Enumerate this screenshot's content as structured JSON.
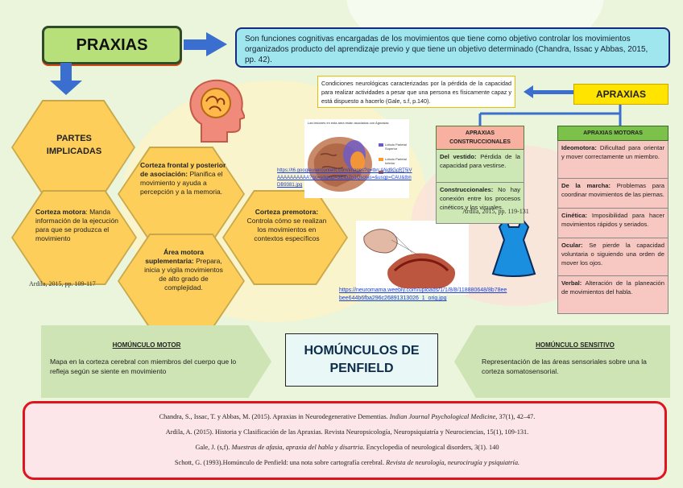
{
  "title": "PRAXIAS",
  "definition": "Son funciones cognitivas encargadas de los movimientos que tiene como objetivo controlar los movimientos organizados producto del aprendizaje previo y que tiene un objetivo determinado (Chandra, Issac y Abbas, 2015, pp. 42).",
  "conditions": "Condiciones neurológicas caracterizadas por la pérdida de la capacidad para realizar actividades a pesar que una persona es físicamente capaz y está dispuesto a hacerlo (Gale, s.f, p.140).",
  "apraxias_title": "APRAXIAS",
  "parts": {
    "title": "PARTES IMPLICADAS",
    "motor_label": "Corteza motora",
    "motor_text": "Manda información de la ejecución para que se produzca el movimiento",
    "frontal_label": "Corteza frontal y posterior de asociación:",
    "frontal_text": "Planifica el movimiento y ayuda a percepción y a la memoria.",
    "supl_label": "Área motora suplementaria:",
    "supl_text": "Prepara, inicia y vigila movimientos de alto grado de complejidad.",
    "premotor_label": "Corteza premotora:",
    "premotor_text": "Controla cómo se realizan los movimientos en contextos específicos",
    "cite": "Ardila, 2015, pp. 109-117"
  },
  "brain_link": "https://t6.googleusercontent.com/images?q=tbn:ANd9GcRT5jVAAAAAAAAAA?qc=sdgrup=3ElGZn1Qsotas=&usqp=CAU&tbnDB9381.jpg",
  "brain_legend": [
    "Lóbulo Parietal Superior",
    "Lóbulo Parietal Inferior",
    "Lóbulo frontal"
  ],
  "brain_caption": "Las lesiones en esta área están asociadas con Agnosias",
  "homunculus_link": "https://neuromama.weebly.com/uploads/1/1/8/8/118880648/8b78eebee644b6fba296c26891313026_1_orig.jpg",
  "constructional": {
    "header": "APRAXIAS CONSTRUCCIONALES",
    "rows": [
      {
        "label": "Del vestido:",
        "text": "Pérdida de la capacidad para vestirse."
      },
      {
        "label": "Construccionales:",
        "text": "No hay conexión entre los procesos cinéticos y los visuales."
      }
    ],
    "cite": "Ardila, 2015, pp. 119-131"
  },
  "motor_apraxias": {
    "header": "APRAXIAS MOTORAS",
    "rows": [
      {
        "label": "Ideomotora:",
        "text": "Dificultad para orientar y mover correctamente un miembro."
      },
      {
        "label": "De la marcha:",
        "text": "Problemas para coordinar movimientos de las piernas."
      },
      {
        "label": "Cinética:",
        "text": "Imposibilidad para hacer movimientos rápidos y seriados."
      },
      {
        "label": "Ocular:",
        "text": "Se pierde la capacidad voluntaria o siguiendo una orden de mover los ojos."
      },
      {
        "label": "Verbal:",
        "text": "Alteración de la planeación de movimientos del habla."
      }
    ]
  },
  "homunculus_motor": {
    "title": "HOMÚNCULO MOTOR",
    "text": "Mapa en la corteza cerebral con miembros del cuerpo que lo refleja según se siente en movimiento"
  },
  "penfield_title": "HOMÚNCULOS DE PENFIELD",
  "homunculus_sensory": {
    "title": "HOMÚNCULO SENSITIVO",
    "text": "Representación de las áreas sensoriales sobre una la corteza somatosensorial."
  },
  "references": [
    {
      "plain": "Chandra, S., Issac, T. y Abbas, M. (2015). Apraxias in Neurodegenerative Dementias. ",
      "italic": "Indian Journal Psychological Medicine",
      "tail": ", 37(1), 42–47."
    },
    {
      "plain": "Ardila, A. (2015). Historia y Clasificación de las Apraxias. Revista Neuropsicología, Neuropsiquiatría y Neurociencias, 15(1), 109-131.",
      "italic": "",
      "tail": ""
    },
    {
      "plain": "Gale, J. (s,f). ",
      "italic": "Muestras de afasia, apraxia del habla y disartria",
      "tail": ". Encyclopedia of neurological disorders, 3(1). 140"
    },
    {
      "plain": "Schott, G. (1993).Homúnculo de Penfield: una nota sobre cartografía cerebral. ",
      "italic": "Revista de neurología, neurocirugía y psiquiatría.",
      "tail": ""
    }
  ],
  "colors": {
    "green": "#b7e07a",
    "cyan": "#9fe6ee",
    "yellow": "#ffe400",
    "hex": "#fece5a",
    "red": "#e0141e",
    "blue_arrow": "#3a6fd0"
  }
}
